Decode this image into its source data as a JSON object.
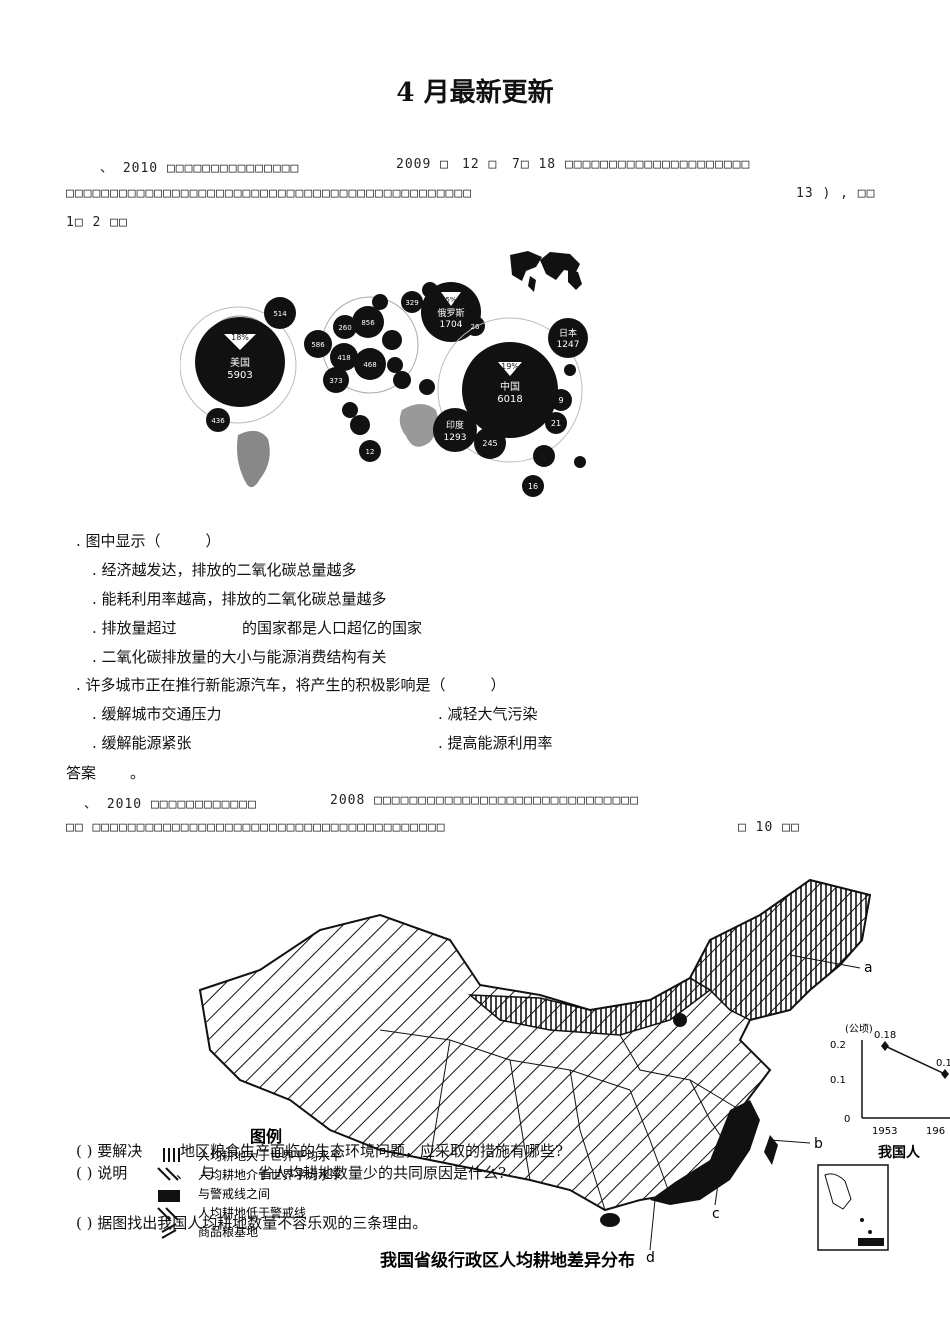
{
  "title": "4 月最新更新",
  "intro": {
    "line1_a": "、 2010 □□□□□□□□□□□□□□□",
    "line1_b": "2009 □",
    "line1_c": "12 □",
    "line1_d": "7□ 18 □□□□□□□□□□□□□□□□□□□□□",
    "line2_a": "□□□□□□□□□□□□□□□□□□□□□□□□□□□□□□□□□□□□□□□□□□□□□□",
    "line2_b": "13 ) , □□",
    "line3": "1□ 2 □□"
  },
  "bubble_map": {
    "labels": {
      "usa_name": "美国",
      "usa_value": "5903",
      "usa_pct": "18%",
      "china_name": "中国",
      "china_value": "6018",
      "china_pct": "19%",
      "russia_name": "俄罗斯",
      "russia_value": "1704",
      "russia_pct": "5%",
      "japan_name": "日本",
      "japan_value": "1247",
      "india_name": "印度",
      "india_value": "1293",
      "n514": "514",
      "n586": "586",
      "n436": "436",
      "n373": "373",
      "n418": "418",
      "n260": "260",
      "n856": "856",
      "n468": "468",
      "n329": "329",
      "n26": "26",
      "n9": "9",
      "n21": "21",
      "n245": "245",
      "n16": "16",
      "n12": "12"
    }
  },
  "q1": {
    "stem": ". 图中显示（　　　）",
    "opt_a": ". 经济越发达，排放的二氧化碳总量越多",
    "opt_b": ". 能耗利用率越高，排放的二氧化碳总量越多",
    "opt_c1": ". 排放量超过",
    "opt_c2": "的国家都是人口超亿的国家",
    "opt_d": ". 二氧化碳排放量的大小与能源消费结构有关"
  },
  "q2": {
    "stem": ". 许多城市正在推行新能源汽车，将产生的积极影响是（　　　）",
    "opt_a": ". 缓解城市交通压力",
    "opt_b": ". 减轻大气污染",
    "opt_c": ". 缓解能源紧张",
    "opt_d": ". 提高能源利用率"
  },
  "answer": {
    "label": "答案",
    "value": "。"
  },
  "section2": {
    "line1_a": "、 2010 □□□□□□□□□□□□",
    "line1_b": "2008 □□□□□□□□□□□□□□□□□□□□□□□□□□□□□□",
    "line2_a": "□□ □□□□□□□□□□□□□□□□□□□□□□□□□□□□□□□□□□□□□□□□",
    "line2_b": "□ 10 □□"
  },
  "china_map": {
    "caption": "我国省级行政区人均耕地差异分布",
    "legend_title": "图例",
    "legend_1": "人均耕地大于世界平均水平",
    "legend_2": "人均耕地介于世界平均水平",
    "legend_3": "与警戒线之间",
    "legend_4": "人均耕地低于警戒线",
    "legend_5": "商品粮基地",
    "label_a": "a",
    "label_b": "b",
    "label_c": "c",
    "label_d": "d",
    "inset_unit": "(公顷)",
    "inset_y1": "0.2",
    "inset_y2": "0.1",
    "inset_y3": "0",
    "inset_v1": "0.18",
    "inset_v2": "0.1",
    "inset_x1": "1953",
    "inset_x2": "196",
    "inset_caption": "我国人"
  },
  "sub_questions": {
    "q1": "(  ) 要解决",
    "q1_b": "地区粮食生产面临的生态环境问题，应采取的措施有哪些?",
    "q2": "(  ) 说明",
    "q2_b": "、",
    "q2_c": "与",
    "q2_d": "省人均耕地数量少的共同原因是什么?",
    "q3": "(  ) 据图找出我国人均耕地数量不容乐观的三条理由。"
  }
}
